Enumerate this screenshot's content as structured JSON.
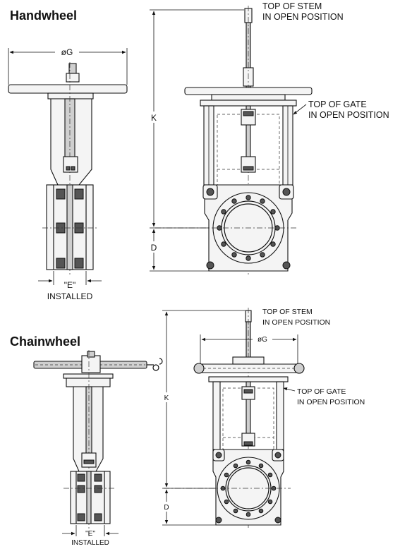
{
  "sections": {
    "handwheel": {
      "title": "Handwheel",
      "top_of_stem": [
        "TOP OF STEM",
        "IN OPEN POSITION"
      ],
      "top_of_gate": [
        "TOP OF GATE",
        "IN OPEN POSITION"
      ],
      "dim_g": "øG",
      "dim_k": "K",
      "dim_d": "D",
      "dim_e": "\"E\"",
      "installed": "INSTALLED"
    },
    "chainwheel": {
      "title": "Chainwheel",
      "top_of_stem": [
        "TOP OF STEM",
        "IN OPEN POSITION"
      ],
      "top_of_gate": [
        "TOP OF GATE",
        "IN OPEN POSITION"
      ],
      "dim_g": "øG",
      "dim_k": "K",
      "dim_d": "D",
      "dim_e": "\"E\"",
      "installed": "INSTALLED"
    }
  }
}
